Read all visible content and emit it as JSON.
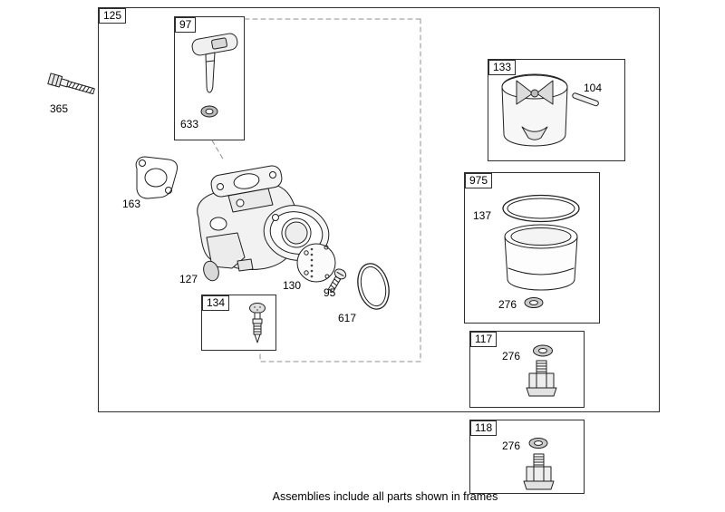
{
  "diagram": {
    "frames": {
      "main": "125",
      "key_switch": "97",
      "choke": "133",
      "float_bowl": "975",
      "bowl_bolt": "117",
      "bowl_bolt_alt": "118",
      "needle": "134"
    },
    "parts": {
      "bolt": "365",
      "washer_key": "633",
      "gasket": "163",
      "seal": "127",
      "plate": "130",
      "screw": "95",
      "oring": "617",
      "pin": "104",
      "bowl_gasket": "137",
      "washer": "276"
    },
    "footer": "Assemblies include all parts shown in frames"
  }
}
